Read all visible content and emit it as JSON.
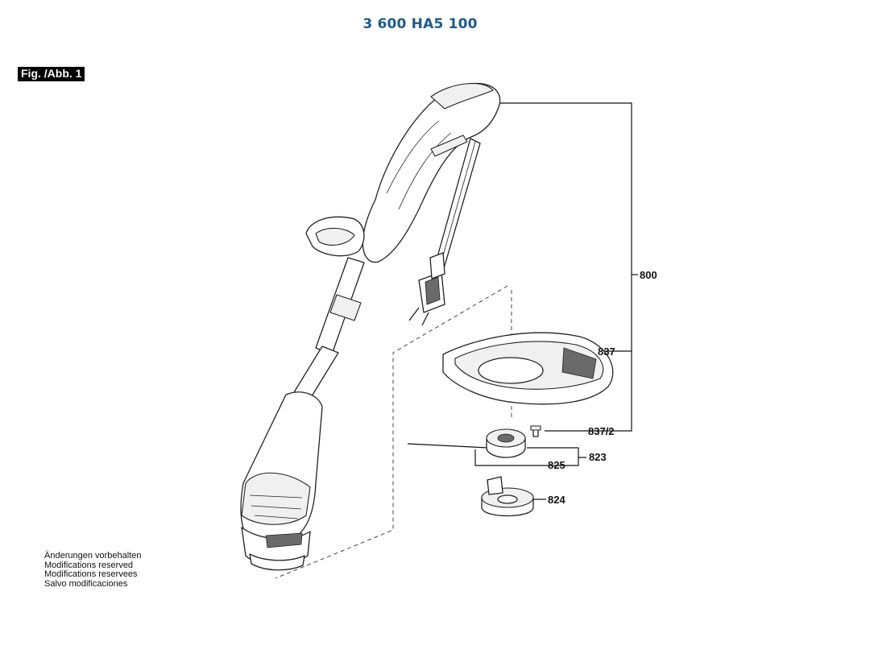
{
  "header": {
    "doc_number": "3 600 HA5 100"
  },
  "figure": {
    "label": "Fig. /Abb. 1"
  },
  "parts": [
    {
      "id": "800"
    },
    {
      "id": "837"
    },
    {
      "id": "837/2"
    },
    {
      "id": "823"
    },
    {
      "id": "825"
    },
    {
      "id": "824"
    }
  ],
  "notes": [
    "Änderungen vorbehalten",
    "Modifications reserved",
    "Modifications reservees",
    "Salvo modificaciones"
  ]
}
